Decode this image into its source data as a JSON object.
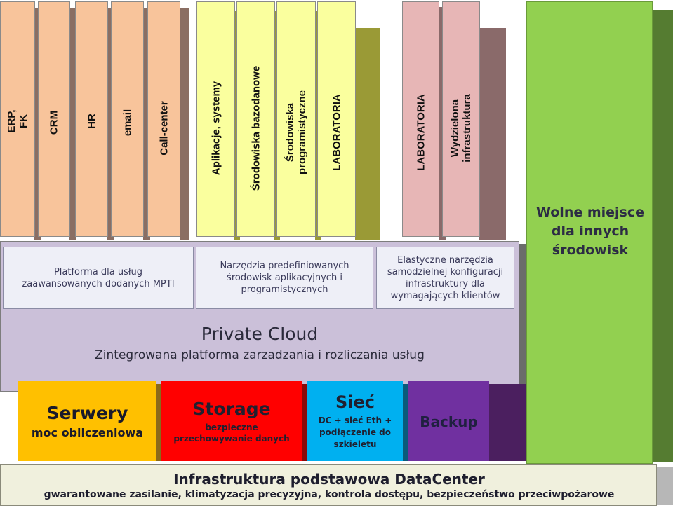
{
  "columns": {
    "erp": "ERP,\nFK",
    "crm": "CRM",
    "hr": "HR",
    "email": "email",
    "callcenter": "Call-center",
    "apps": "Aplikacje, systemy",
    "db_envs": "Środowiska bazodanowe",
    "prog_envs": "Środowiska\nprogramistyczne",
    "labs1": "LABORATORIA",
    "labs2": "LABORATORIA",
    "dedicated": "Wydzielona\ninfrastruktura"
  },
  "free_space": "Wolne miejsce\ndla innych\nśrodowisk",
  "private_cloud": {
    "tool1": "Platforma dla usług\nzaawansowanych dodanych MPTI",
    "tool2": "Narzędzia predefiniowanych\nśrodowisk aplikacyjnych i\nprogramistycznych",
    "tool3": "Elastyczne narzędzia\nsamodzielnej konfiguracji\ninfrastruktury dla\nwymagających klientów",
    "title": "Private Cloud",
    "subtitle": "Zintegrowana platforma zarzadzania i rozliczania usług"
  },
  "services": {
    "servers_title": "Serwery",
    "servers_sub": "moc obliczeniowa",
    "storage_title": "Storage",
    "storage_sub": "bezpieczne\nprzechowywanie danych",
    "network_title": "Sieć",
    "network_sub": "DC + sieć Eth +\npodłączenie do\nszkieletu",
    "backup_title": "Backup"
  },
  "infrastructure": {
    "title": "Infrastruktura podstawowa DataCenter",
    "subtitle": "gwarantowane zasilanie, klimatyzacja precyzyjna, kontrola dostępu, bezpieczeństwo przeciwpożarowe"
  },
  "colors": {
    "peach": "#f8c49b",
    "yellow": "#faff9e",
    "rose": "#e7b6b6",
    "green": "#92d050",
    "cloud": "#cbc0d9",
    "servers": "#ffc000",
    "storage": "#ff0000",
    "network": "#00b0f0",
    "backup": "#7030a0"
  }
}
